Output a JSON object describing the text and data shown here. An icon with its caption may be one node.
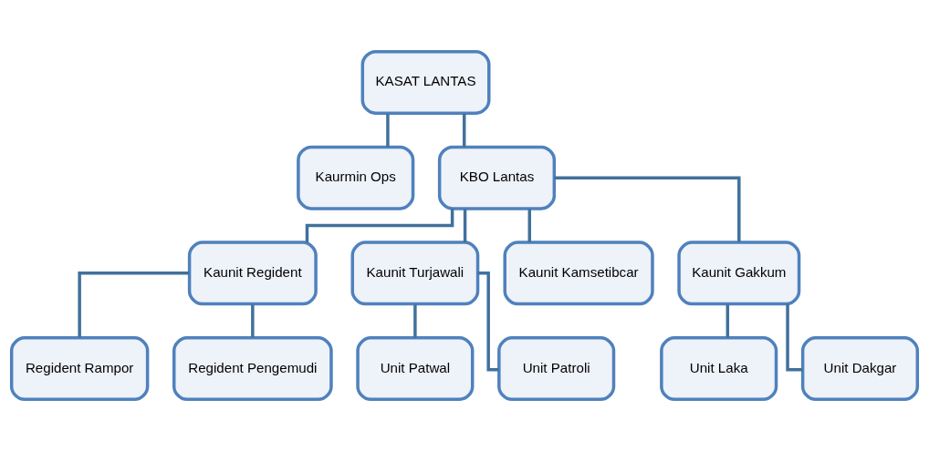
{
  "diagram": {
    "nodes": [
      {
        "text": [
          "KASAT LANTAS"
        ]
      },
      {
        "text": [
          "Kaurmin Ops"
        ]
      },
      {
        "text": [
          "KBO Lantas"
        ]
      },
      {
        "text": [
          "Kaunit Regident"
        ]
      },
      {
        "text": [
          "Kaunit Turjawali"
        ]
      },
      {
        "text": [
          "Kaunit Kamsetibcar"
        ]
      },
      {
        "text": [
          "Kaunit Gakkum"
        ]
      },
      {
        "text": [
          "Regident Rampor"
        ]
      },
      {
        "text": [
          "Regident Pengemudi"
        ]
      },
      {
        "text": [
          "Unit Patwal"
        ]
      },
      {
        "text": [
          "Unit Patroli"
        ]
      },
      {
        "text": [
          "Unit Laka"
        ]
      },
      {
        "text": [
          "Unit Dakgar"
        ]
      }
    ],
    "edges": [
      {
        "from": 0,
        "to": 1,
        "arrow": "none"
      },
      {
        "from": 0,
        "to": 2,
        "arrow": "none"
      },
      {
        "from": 2,
        "to": 3,
        "arrow": "none"
      },
      {
        "from": 2,
        "to": 4,
        "arrow": "none"
      },
      {
        "from": 2,
        "to": 5,
        "arrow": "none"
      },
      {
        "from": 2,
        "to": 6,
        "arrow": "none"
      },
      {
        "from": 3,
        "to": 7,
        "arrow": "none"
      },
      {
        "from": 3,
        "to": 8,
        "arrow": "none"
      },
      {
        "from": 4,
        "to": 9,
        "arrow": "none"
      },
      {
        "from": 4,
        "to": 10,
        "arrow": "none"
      },
      {
        "from": 6,
        "to": 11,
        "arrow": "none"
      },
      {
        "from": 6,
        "to": 12,
        "arrow": "none"
      }
    ]
  }
}
